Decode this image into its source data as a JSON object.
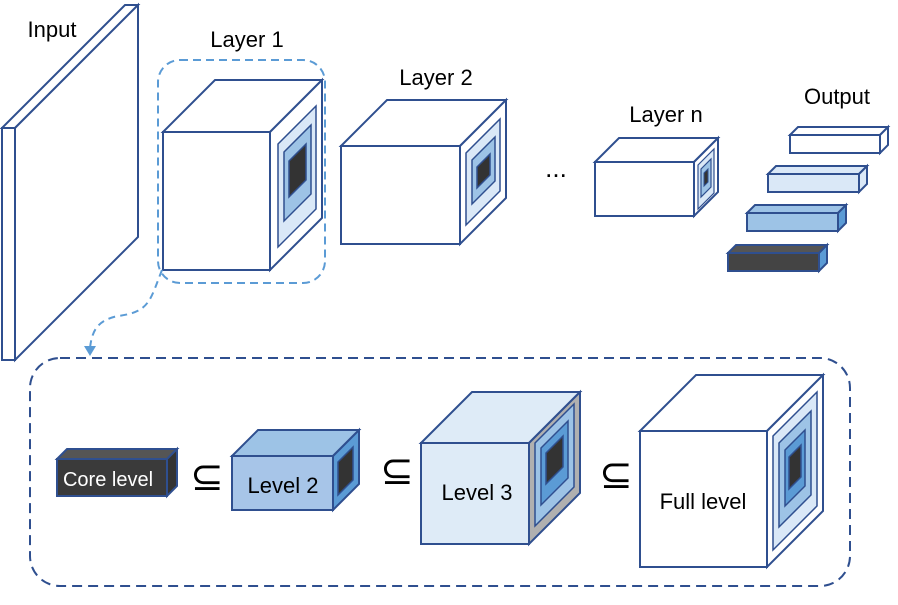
{
  "labels": {
    "input": "Input",
    "layer1": "Layer 1",
    "layer2": "Layer 2",
    "ellipsis": "...",
    "layern": "Layer n",
    "output": "Output",
    "core_level": "Core level",
    "level2": "Level 2",
    "level3": "Level 3",
    "full_level": "Full level",
    "subset_symbol": "⊆"
  },
  "colors": {
    "stroke": "#2f4f8f",
    "dashed_highlight": "#5b9bd5",
    "dashed_group": "#2f4f8f",
    "light_blue": "#dae8f7",
    "mid_blue": "#9dc3e6",
    "blue": "#5b9bd5",
    "dark": "#333333",
    "level2_fill": "#a7c5e8",
    "level3_fill": "#deebf7",
    "gray_side": "#b0b0b0"
  }
}
